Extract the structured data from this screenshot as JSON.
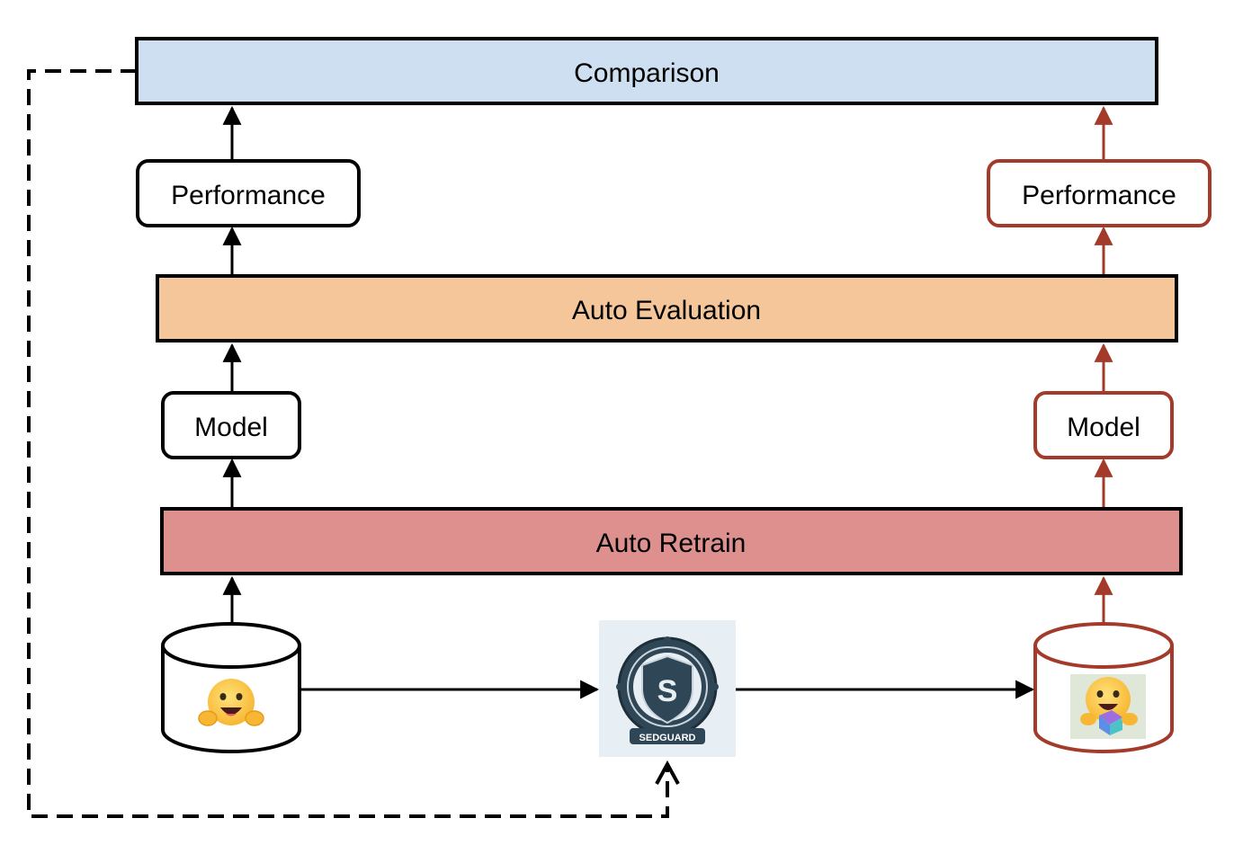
{
  "bars": {
    "comparison": "Comparison",
    "auto_evaluation": "Auto Evaluation",
    "auto_retrain": "Auto Retrain"
  },
  "left_column": {
    "performance": "Performance",
    "model": "Model"
  },
  "right_column": {
    "performance": "Performance",
    "model": "Model"
  },
  "logo": {
    "text": "SEDGUARD"
  },
  "colors": {
    "comparison_fill": "#cddff0",
    "evaluation_fill": "#f5c69a",
    "retrain_fill": "#de908f",
    "accent_red": "#a33a2a",
    "black": "#000000"
  },
  "icons": [
    "hugging-face-icon",
    "sedguard-shield-icon",
    "database-icon"
  ]
}
